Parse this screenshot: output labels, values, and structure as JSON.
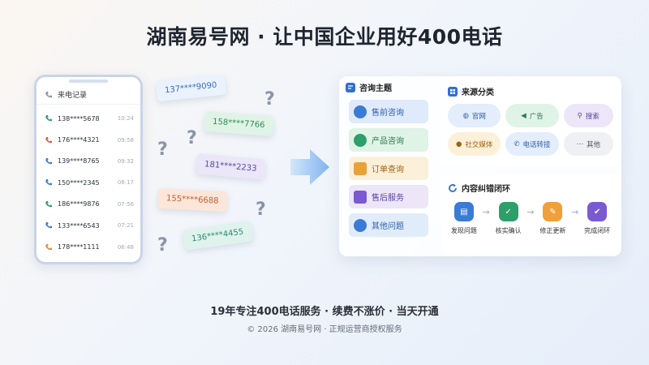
{
  "title": "湖南易号网 · 让中国企业用好400电话",
  "phone": {
    "header": "来电记录",
    "calls": [
      {
        "number": "138****5678",
        "time": "10:24",
        "color": "#2e9e6a"
      },
      {
        "number": "176****4321",
        "time": "09:58",
        "color": "#d85a4a"
      },
      {
        "number": "139****8765",
        "time": "09:32",
        "color": "#3a7bd5"
      },
      {
        "number": "150****2345",
        "time": "08:17",
        "color": "#3a7bd5"
      },
      {
        "number": "186****9876",
        "time": "07:56",
        "color": "#2e9e6a"
      },
      {
        "number": "133****6543",
        "time": "07:21",
        "color": "#3a7bd5"
      },
      {
        "number": "178****1111",
        "time": "06:48",
        "color": "#e0893a"
      }
    ]
  },
  "tags": {
    "t1": "137****9090",
    "t2": "158****7766",
    "t3": "181****2233",
    "t4": "155****6688",
    "t5": "136****4455"
  },
  "topics": {
    "title": "咨询主题",
    "items": [
      {
        "label": "售前咨询",
        "icon": "lightbulb-icon"
      },
      {
        "label": "产品咨询",
        "icon": "user-icon"
      },
      {
        "label": "订单查询",
        "icon": "document-icon"
      },
      {
        "label": "售后服务",
        "icon": "wrench-icon"
      },
      {
        "label": "其他问题",
        "icon": "star-icon"
      }
    ]
  },
  "sources": {
    "title": "来源分类",
    "items": [
      "官网",
      "广告",
      "搜索",
      "社交媒体",
      "电话转接",
      "其他"
    ]
  },
  "loop": {
    "title": "内容纠错闭环",
    "steps": [
      "发现问题",
      "核实确认",
      "修正更新",
      "完成闭环"
    ]
  },
  "tagline": "19年专注400电话服务 · 续费不涨价 · 当天开通",
  "copyright": "© 2026 湖南易号网 · 正规运营商授权服务"
}
